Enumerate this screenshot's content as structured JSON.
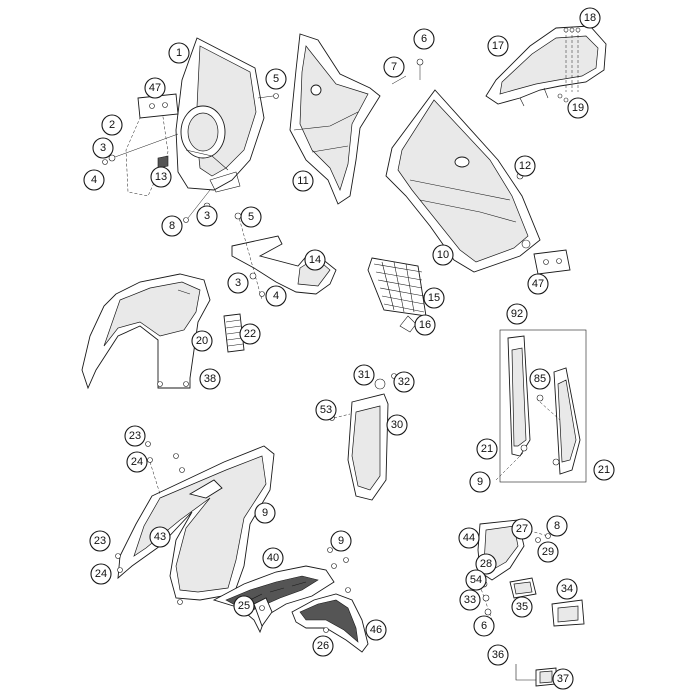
{
  "callouts": [
    {
      "id": "c1",
      "label": "1"
    },
    {
      "id": "c5a",
      "label": "5"
    },
    {
      "id": "c47a",
      "label": "47"
    },
    {
      "id": "c2",
      "label": "2"
    },
    {
      "id": "c3a",
      "label": "3"
    },
    {
      "id": "c4a",
      "label": "4"
    },
    {
      "id": "c13",
      "label": "13"
    },
    {
      "id": "c8a",
      "label": "8"
    },
    {
      "id": "c3b",
      "label": "3"
    },
    {
      "id": "c11",
      "label": "11"
    },
    {
      "id": "c7",
      "label": "7"
    },
    {
      "id": "c6a",
      "label": "6"
    },
    {
      "id": "c17",
      "label": "17"
    },
    {
      "id": "c18",
      "label": "18"
    },
    {
      "id": "c19",
      "label": "19"
    },
    {
      "id": "c12",
      "label": "12"
    },
    {
      "id": "c10",
      "label": "10"
    },
    {
      "id": "c47b",
      "label": "47"
    },
    {
      "id": "c5b",
      "label": "5"
    },
    {
      "id": "c14",
      "label": "14"
    },
    {
      "id": "c3c",
      "label": "3"
    },
    {
      "id": "c4b",
      "label": "4"
    },
    {
      "id": "c15",
      "label": "15"
    },
    {
      "id": "c16",
      "label": "16"
    },
    {
      "id": "c22",
      "label": "22"
    },
    {
      "id": "c20",
      "label": "20"
    },
    {
      "id": "c38",
      "label": "38"
    },
    {
      "id": "c92",
      "label": "92"
    },
    {
      "id": "c85",
      "label": "85"
    },
    {
      "id": "c31",
      "label": "31"
    },
    {
      "id": "c32",
      "label": "32"
    },
    {
      "id": "c53",
      "label": "53"
    },
    {
      "id": "c30",
      "label": "30"
    },
    {
      "id": "c21a",
      "label": "21"
    },
    {
      "id": "c9a",
      "label": "9"
    },
    {
      "id": "c21b",
      "label": "21"
    },
    {
      "id": "c23a",
      "label": "23"
    },
    {
      "id": "c24a",
      "label": "24"
    },
    {
      "id": "c43",
      "label": "43"
    },
    {
      "id": "c9b",
      "label": "9"
    },
    {
      "id": "c23b",
      "label": "23"
    },
    {
      "id": "c24b",
      "label": "24"
    },
    {
      "id": "c40",
      "label": "40"
    },
    {
      "id": "c9c",
      "label": "9"
    },
    {
      "id": "c25",
      "label": "25"
    },
    {
      "id": "c26",
      "label": "26"
    },
    {
      "id": "c46",
      "label": "46"
    },
    {
      "id": "c44",
      "label": "44"
    },
    {
      "id": "c27",
      "label": "27"
    },
    {
      "id": "c8b",
      "label": "8"
    },
    {
      "id": "c29",
      "label": "29"
    },
    {
      "id": "c28",
      "label": "28"
    },
    {
      "id": "c54",
      "label": "54"
    },
    {
      "id": "c33",
      "label": "33"
    },
    {
      "id": "c34",
      "label": "34"
    },
    {
      "id": "c35",
      "label": "35"
    },
    {
      "id": "c6b",
      "label": "6"
    },
    {
      "id": "c36",
      "label": "36"
    },
    {
      "id": "c37",
      "label": "37"
    }
  ]
}
